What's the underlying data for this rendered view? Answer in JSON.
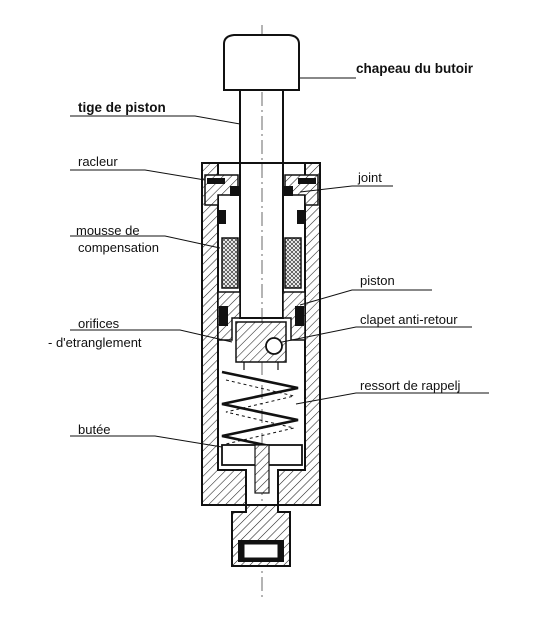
{
  "labels": {
    "chapeau": "chapeau du butoir",
    "tige": "tige de piston",
    "racleur": "racleur",
    "joint": "joint",
    "mousse_1": "mousse de",
    "mousse_2": "compensation",
    "piston": "piston",
    "orifices_1": "orifices",
    "orifices_2": "- d'etranglement",
    "clapet": "clapet anti-retour",
    "ressort": "ressort de rappelj",
    "butee": "butée"
  },
  "colors": {
    "ink": "#111111",
    "hatch": "#222222",
    "fill": "#ffffff"
  }
}
